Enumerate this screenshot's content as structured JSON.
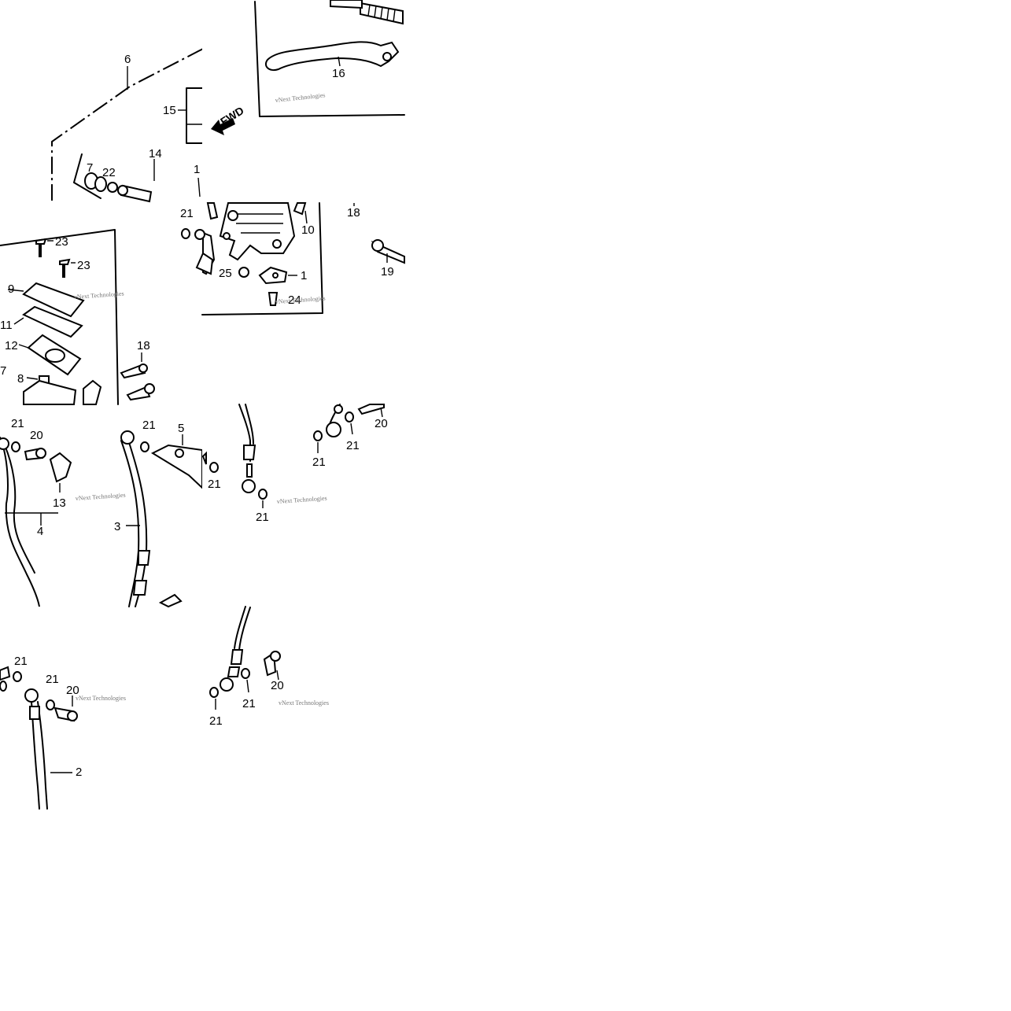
{
  "diagram": {
    "fwd_label": "FWD",
    "watermark": "vNext Technologies",
    "callouts": {
      "c6": "6",
      "c15": "15",
      "c14": "14",
      "c7a": "7",
      "c22": "22",
      "c1top": "1",
      "c16": "16",
      "c21a": "21",
      "c10": "10",
      "c18a": "18",
      "c19": "19",
      "c25": "25",
      "c1": "1",
      "c24": "24",
      "c23a": "23",
      "c23b": "23",
      "c9": "9",
      "c11": "11",
      "c12": "12",
      "c7b": "7",
      "c8": "8",
      "c18b": "18",
      "c21b": "21",
      "c20a": "20",
      "c13": "13",
      "c4": "4",
      "c21c": "21",
      "c5": "5",
      "c3": "3",
      "c21d": "21",
      "c21e": "21",
      "c21f": "21",
      "c21g": "21",
      "c20b": "20",
      "c21h": "21",
      "c21i": "21",
      "c20c": "20",
      "c2": "2",
      "c21j": "21",
      "c21k": "21",
      "c20d": "20"
    }
  }
}
